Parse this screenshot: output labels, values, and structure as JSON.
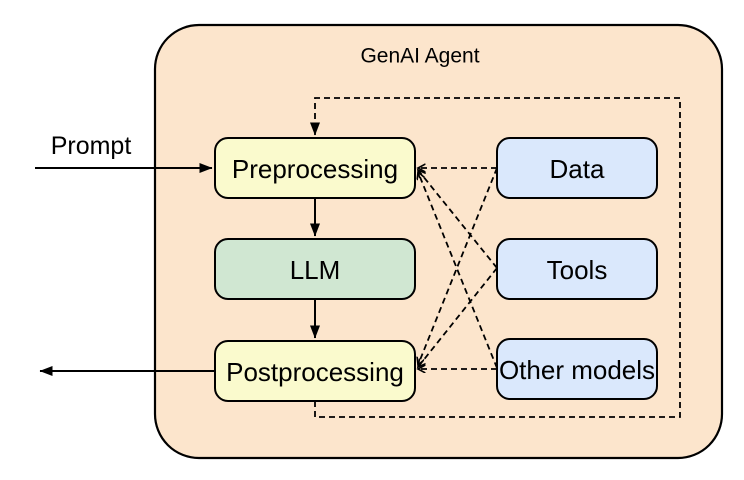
{
  "diagram": {
    "title": "GenAI Agent",
    "input_label": "Prompt",
    "nodes": {
      "preprocessing": {
        "label": "Preprocessing"
      },
      "llm": {
        "label": "LLM"
      },
      "postprocessing": {
        "label": "Postprocessing"
      },
      "data": {
        "label": "Data"
      },
      "tools": {
        "label": "Tools"
      },
      "other_models": {
        "label": "Other models"
      }
    },
    "colors": {
      "container_fill": "#FCE5CC",
      "process_fill": "#FAFACD",
      "llm_fill": "#D0E7D2",
      "resource_fill": "#DAE8FC",
      "stroke": "#000000"
    },
    "edges": [
      {
        "from": "Prompt",
        "to": "Preprocessing",
        "style": "solid-arrow"
      },
      {
        "from": "Preprocessing",
        "to": "LLM",
        "style": "solid-arrow"
      },
      {
        "from": "LLM",
        "to": "Postprocessing",
        "style": "solid-arrow"
      },
      {
        "from": "Postprocessing",
        "to": "output-left",
        "style": "solid-arrow"
      },
      {
        "from": "Postprocessing",
        "to": "Preprocessing",
        "style": "dashed-loop-arrow"
      },
      {
        "from": "Data",
        "to": "Preprocessing",
        "style": "dashed-arrow"
      },
      {
        "from": "Tools",
        "to": "Preprocessing",
        "style": "dashed-arrow"
      },
      {
        "from": "Other models",
        "to": "Preprocessing",
        "style": "dashed-arrow"
      },
      {
        "from": "Data",
        "to": "Postprocessing",
        "style": "dashed-arrow"
      },
      {
        "from": "Tools",
        "to": "Postprocessing",
        "style": "dashed-arrow"
      },
      {
        "from": "Other models",
        "to": "Postprocessing",
        "style": "dashed-arrow"
      }
    ]
  }
}
